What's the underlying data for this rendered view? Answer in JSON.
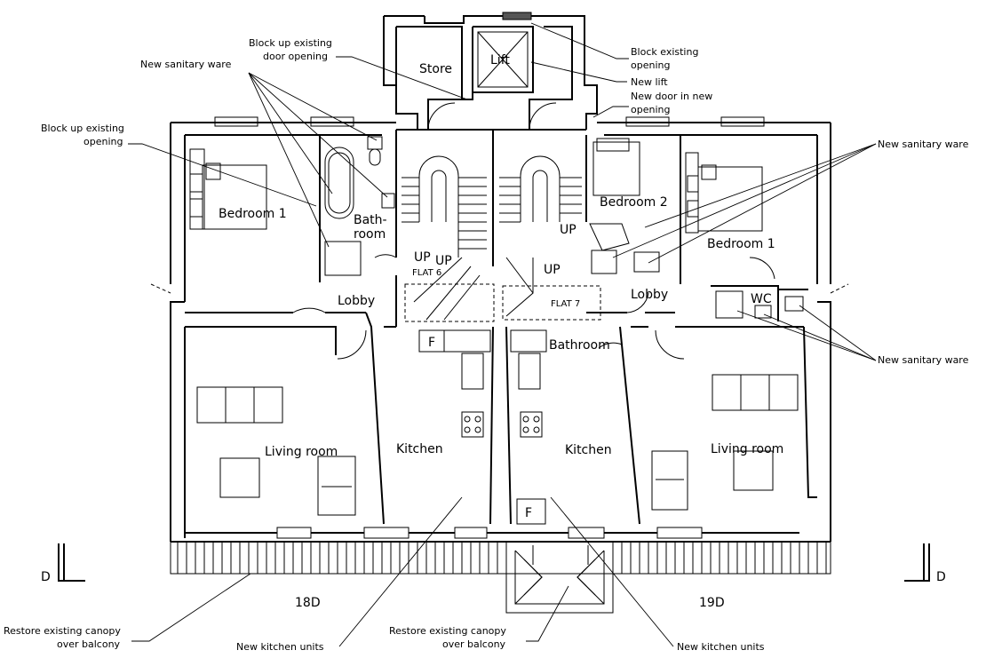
{
  "rooms": {
    "store": "Store",
    "lift": "Lift",
    "bedroom1_left": "Bedroom 1",
    "bathroom_left_line1": "Bath-",
    "bathroom_left_line2": "room",
    "lobby_left": "Lobby",
    "living_left": "Living room",
    "kitchen_left": "Kitchen",
    "kitchen_right": "Kitchen",
    "living_right": "Living room",
    "bedroom2": "Bedroom 2",
    "bedroom1_right": "Bedroom 1",
    "lobby_right": "Lobby",
    "bathroom_right": "Bathroom",
    "wc": "WC",
    "fridge_left": "F",
    "fridge_right": "F"
  },
  "stairs": {
    "up_1": "UP",
    "up_2": "UP",
    "up_3": "UP",
    "up_4": "UP",
    "flat6": "FLAT 6",
    "flat7": "FLAT 7"
  },
  "annotations": {
    "new_sanitary_ware_top_left": "New sanitary ware",
    "block_up_door_line1": "Block up existing",
    "block_up_door_line2": "door opening",
    "block_up_opening_line1": "Block up existing",
    "block_up_opening_line2": "opening",
    "block_existing_line1": "Block existing",
    "block_existing_line2": "opening",
    "new_lift": "New lift",
    "new_door_line1": "New door in new",
    "new_door_line2": "opening",
    "new_sanitary_ware_right_top": "New sanitary ware",
    "new_sanitary_ware_right_bottom": "New sanitary ware",
    "restore_canopy_left_line1": "Restore existing canopy",
    "restore_canopy_left_line2": "over balcony",
    "new_kitchen_units_left": "New kitchen units",
    "restore_canopy_center_line1": "Restore existing canopy",
    "restore_canopy_center_line2": "over balcony",
    "new_kitchen_units_right": "New kitchen units"
  },
  "flats": {
    "left": "18D",
    "right": "19D"
  },
  "section_markers": {
    "left": "D",
    "right": "D"
  }
}
